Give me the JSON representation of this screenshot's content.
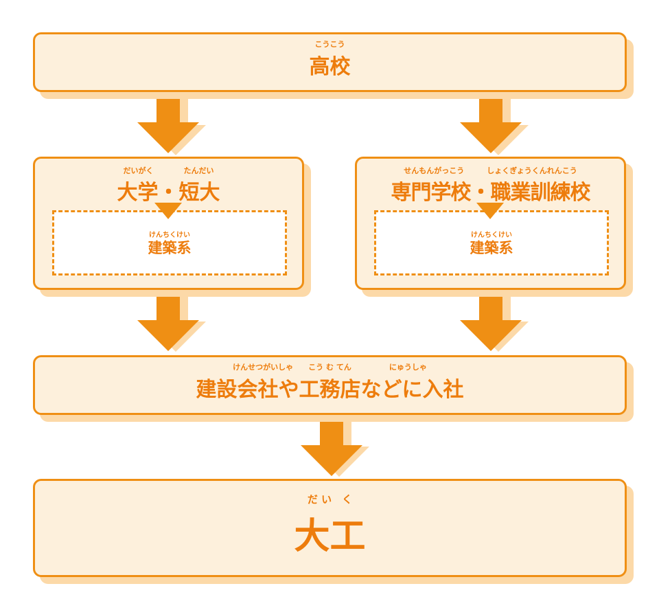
{
  "high_school": {
    "reading": "こうこう",
    "label": "高校"
  },
  "university": {
    "reading": "だいがく　　　　たんだい",
    "label": "大学・短大",
    "dept_reading": "けんちくけい",
    "dept_label": "建築系"
  },
  "vocational": {
    "reading": "せんもんがっこう　　　しょくぎょうくんれんこう",
    "label": "専門学校・職業訓練校",
    "dept_reading": "けんちくけい",
    "dept_label": "建築系"
  },
  "company": {
    "reading": "けんせつがいしゃ　　こう む てん　　　　　にゅうしゃ",
    "label": "建設会社や工務店などに入社"
  },
  "carpenter": {
    "reading": "だ い　く",
    "label": "大工"
  },
  "colors": {
    "accent": "#ef8f14",
    "fill": "#fdf0dc",
    "shadow": "#fcd9a8"
  }
}
